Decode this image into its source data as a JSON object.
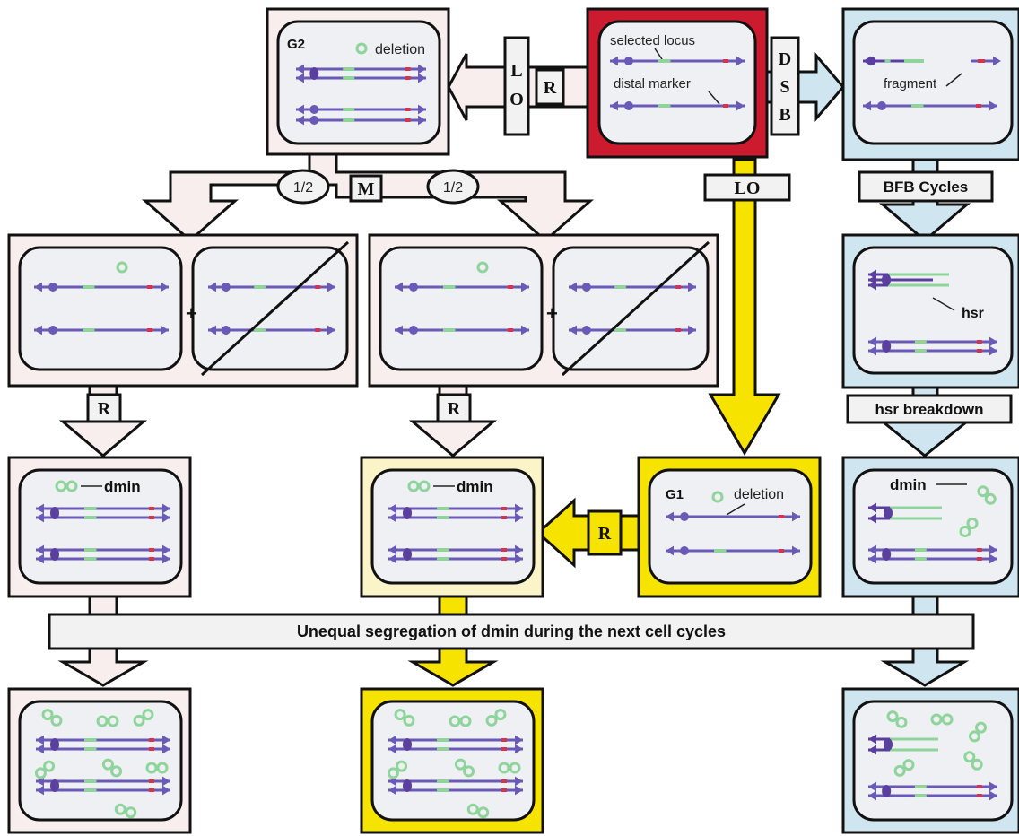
{
  "title": "Unequal segregation of dmin during the next cell cycles",
  "colors": {
    "chromatid": "#5b3f9e",
    "chromatid_light": "#6b59b7",
    "locus": "#8fd49a",
    "marker": "#d6344b",
    "dmin": "#8fd49a",
    "pink_fill": "#f8eeee",
    "blue_fill": "#cfe6f1",
    "yellow_fill": "#f7e300",
    "red_fill": "#cc1b2e",
    "inner_fill": "#eef0f4"
  },
  "labels": {
    "selected_locus": "selected locus",
    "distal_marker": "distal marker",
    "fragment": "fragment",
    "g2": "G2",
    "g1": "G1",
    "deletion": "deletion",
    "hsr": "hsr",
    "dmin": "dmin",
    "plus": "+"
  },
  "arrows": {
    "lo": "LO",
    "r": "R",
    "m": "M",
    "dsb": "DSB",
    "half": "1/2",
    "bfb_cycles": "BFB Cycles",
    "hsr_breakdown": "hsr breakdown"
  }
}
